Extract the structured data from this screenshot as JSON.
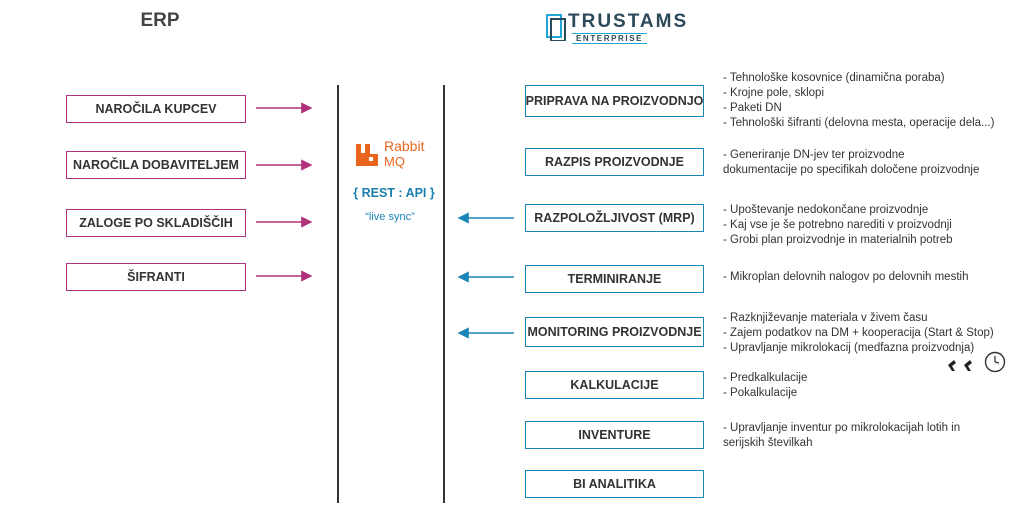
{
  "erp_title": "ERP",
  "logo": {
    "name": "TRUSTAMS",
    "sub": "ENTERPRISE"
  },
  "middleware": {
    "rabbit_line1": "Rabbit",
    "rabbit_line2": "MQ",
    "rest": "{ REST : API }",
    "live": "“live sync”"
  },
  "erp_boxes": [
    "NAROČILA KUPCEV",
    "NAROČILA DOBAVITELJEM",
    "ZALOGE PO SKLADIŠČIH",
    "ŠIFRANTI"
  ],
  "mes_boxes": [
    "PRIPRAVA NA PROIZVODNJO",
    "RAZPIS PROIZVODNJE",
    "RAZPOLOŽLJIVOST (MRP)",
    "TERMINIRANJE",
    "MONITORING PROIZVODNJE",
    "KALKULACIJE",
    "INVENTURE",
    "BI ANALITIKA"
  ],
  "descriptions": {
    "priprava": [
      "- Tehnološke kosovnice (dinamična poraba)",
      "- Krojne pole, sklopi",
      "- Paketi DN",
      "- Tehnološki šifranti (delovna mesta, operacije dela...)"
    ],
    "razpis": [
      "- Generiranje DN-jev ter proizvodne",
      "dokumentacije po specifikah določene proizvodnje"
    ],
    "mrp": [
      "- Upoštevanje nedokončane proizvodnje",
      "- Kaj vse je še potrebno narediti v proizvodnji",
      "- Grobi plan proizvodnje in materialnih potreb"
    ],
    "terminiranje": [
      "- Mikroplan delovnih nalogov po delovnih mestih"
    ],
    "monitoring": [
      "- Razknjiževanje materiala v živem času",
      "- Zajem podatkov na DM  + kooperacija (Start & Stop)",
      "- Upravljanje mikrolokacij (medfazna proizvodnja)"
    ],
    "kalkulacije": [
      "- Predkalkulacije",
      "- Pokalkulacije"
    ],
    "inventure": [
      "- Upravljanje inventur po mikrolokacijah lotih in",
      "serijskih številkah"
    ]
  },
  "colors": {
    "erp": "#b0307a",
    "mes": "#1a86b8",
    "rabbit": "#e8651d"
  },
  "icons": [
    "trustams-logo-icon",
    "rabbitmq-icon",
    "robot-arm-icon",
    "clock-icon"
  ]
}
